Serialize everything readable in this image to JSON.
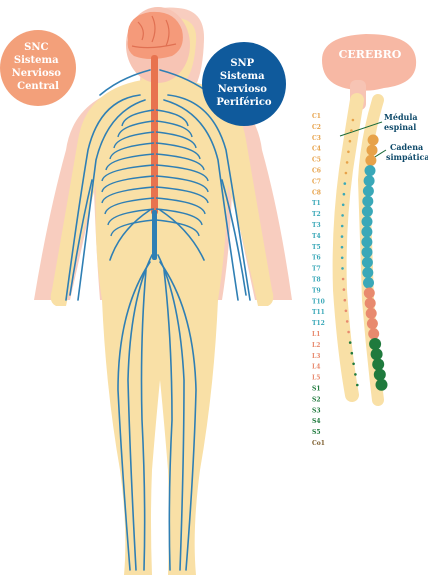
{
  "snc": {
    "lines": [
      "SNC",
      "Sistema",
      "Nervioso",
      "Central"
    ]
  },
  "snp": {
    "lines": [
      "SNP",
      "Sistema",
      "Nervioso",
      "Periférico"
    ]
  },
  "cerebro_label": "CEREBRO",
  "medula_label": {
    "lines": [
      "Médula",
      "espinal"
    ]
  },
  "cadena_label": {
    "lines": [
      "Cadena",
      "simpática"
    ]
  },
  "segments": {
    "cervical": [
      "C1",
      "C2",
      "C3",
      "C4",
      "C5",
      "C6",
      "C7",
      "C8"
    ],
    "thoracic": [
      "T1",
      "T2",
      "T3",
      "T4",
      "T5",
      "T6",
      "T7",
      "T8",
      "T9",
      "T10",
      "T11",
      "T12"
    ],
    "lumbar": [
      "L1",
      "L2",
      "L3",
      "L4",
      "L5"
    ],
    "sacral": [
      "S1",
      "S2",
      "S3",
      "S4",
      "S5"
    ],
    "coccygeal": [
      "Co1"
    ]
  },
  "colors": {
    "snc_bubble": "#f3a07a",
    "snp_bubble": "#0f5a9c",
    "body_glow": "#f7c4b4",
    "body_skin": "#f9e0a6",
    "nerve": "#2f7fb4",
    "spinal_cord": "#e8734f",
    "brain": "#f59a7a",
    "cervical": "#e7a24a",
    "thoracic": "#3aa8b8",
    "lumbar": "#e88a6e",
    "sacral": "#1f7a3d",
    "coccygeal": "#7a5a2a"
  }
}
